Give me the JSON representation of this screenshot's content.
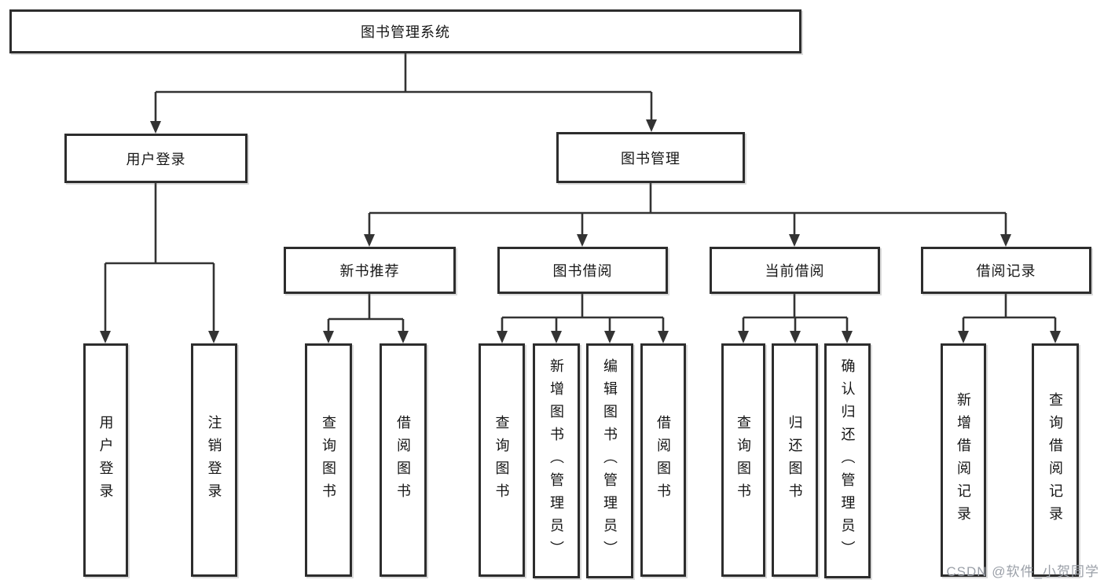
{
  "diagram": {
    "type": "tree",
    "root": {
      "label": "图书管理系统"
    },
    "level2": [
      {
        "label": "用户登录",
        "parent": "图书管理系统"
      },
      {
        "label": "图书管理",
        "parent": "图书管理系统"
      }
    ],
    "level3": [
      {
        "label": "新书推荐",
        "parent": "图书管理"
      },
      {
        "label": "图书借阅",
        "parent": "图书管理"
      },
      {
        "label": "当前借阅",
        "parent": "图书管理"
      },
      {
        "label": "借阅记录",
        "parent": "图书管理"
      }
    ],
    "leaves": [
      {
        "label": "用户登录",
        "parent": "用户登录"
      },
      {
        "label": "注销登录",
        "parent": "用户登录"
      },
      {
        "label": "查询图书",
        "parent": "新书推荐"
      },
      {
        "label": "借阅图书",
        "parent": "新书推荐"
      },
      {
        "label": "查询图书",
        "parent": "图书借阅"
      },
      {
        "label": "新增图书（管理员）",
        "parent": "图书借阅"
      },
      {
        "label": "编辑图书（管理员）",
        "parent": "图书借阅"
      },
      {
        "label": "借阅图书",
        "parent": "图书借阅"
      },
      {
        "label": "查询图书",
        "parent": "当前借阅"
      },
      {
        "label": "归还图书",
        "parent": "当前借阅"
      },
      {
        "label": "确认归还（管理员）",
        "parent": "当前借阅"
      },
      {
        "label": "新增借阅记录",
        "parent": "借阅记录"
      },
      {
        "label": "查询借阅记录",
        "parent": "借阅记录"
      }
    ]
  },
  "watermark": {
    "text": "CSDN @软件_小贺同学"
  },
  "colors": {
    "line": "#333333",
    "box_border": "#2d2d2d",
    "box_fill": "#ffffff",
    "text": "#161616",
    "watermark": "#9ba0a8"
  }
}
